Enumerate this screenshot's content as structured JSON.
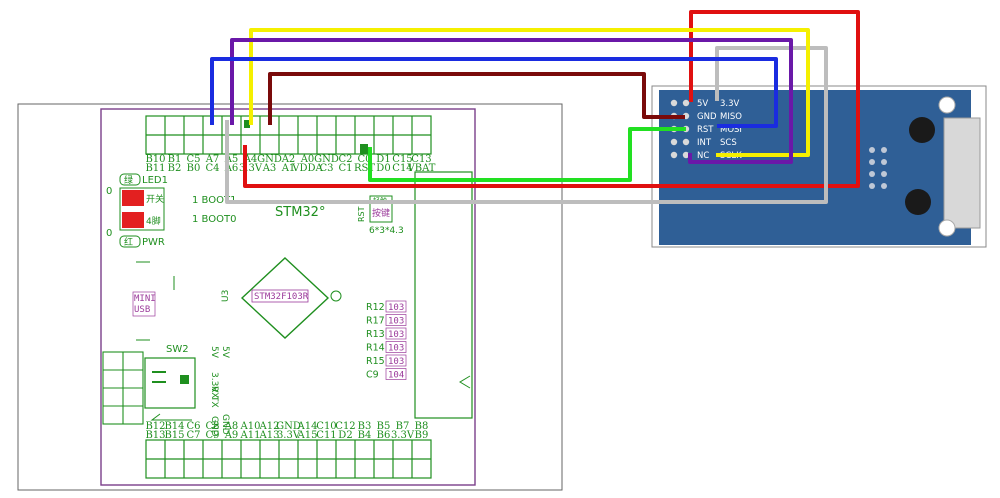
{
  "board": {
    "name": "STM32°",
    "chip": "STM32F103R",
    "top_row_a": [
      "B10",
      "B1",
      "C5",
      "A7",
      "A5",
      "A4",
      "GND",
      "A2",
      "A0",
      "GND",
      "C2",
      "C0",
      "D1",
      "C15",
      "C13"
    ],
    "top_row_b": [
      "B11",
      "B2",
      "B0",
      "C4",
      "A6",
      "3.3V",
      "A3",
      "A1",
      "VDDA",
      "C3",
      "C1",
      "RST",
      "D0",
      "C14",
      "VBAT"
    ],
    "bottom_row_a": [
      "B12",
      "B14",
      "C6",
      "C8",
      "A8",
      "A10",
      "A12",
      "GND",
      "A14",
      "C10",
      "C12",
      "B3",
      "B5",
      "B7",
      "B8"
    ],
    "bottom_row_b": [
      "B13",
      "B15",
      "C7",
      "C9",
      "A9",
      "A11",
      "A13",
      "3.3V",
      "A15",
      "C11",
      "D2",
      "B4",
      "B6",
      "3.3V",
      "B9"
    ],
    "mid_power_col": [
      "5V",
      "5V",
      "3.3V",
      "RX",
      "TX",
      "GND",
      "GND"
    ],
    "led1": "LED1",
    "led1_color": "绿",
    "pwr": "PWR",
    "pwr_color": "红",
    "zero_a": "0",
    "zero_b": "0",
    "boot1": "1  BOOT1",
    "boot0": "1  BOOT0",
    "switch_a": "开关",
    "switch_b": "4脚",
    "key_label": "按键",
    "key_size": "6*3*4.3",
    "key_cap": "轻触",
    "rst_tag": "RST",
    "mini_usb_a": "MINI",
    "mini_usb_b": "USB",
    "sw2": "SW2",
    "u3": "U3",
    "passives": [
      {
        "ref": "R12",
        "val": "103"
      },
      {
        "ref": "R17",
        "val": "103"
      },
      {
        "ref": "R13",
        "val": "103"
      },
      {
        "ref": "R14",
        "val": "103"
      },
      {
        "ref": "R15",
        "val": "103"
      },
      {
        "ref": "C9",
        "val": "104"
      }
    ]
  },
  "module": {
    "pins_left": [
      "5V",
      "GND",
      "RST",
      "INT",
      "NC"
    ],
    "pins_right": [
      "3.3V",
      "MISO",
      "MOSI",
      "SCS",
      "SCLK"
    ]
  },
  "colors": {
    "board_outline": "#7b3f8a",
    "board_silk": "#1f8f1f",
    "module_pcb": "#2f5f96",
    "wire_red": "#e01010",
    "wire_yellow": "#f5f000",
    "wire_purple": "#6a18a8",
    "wire_blue": "#1a2ce0",
    "wire_darkred": "#7a0a0a",
    "wire_gray": "#bdbdbd",
    "wire_green": "#22e022"
  }
}
